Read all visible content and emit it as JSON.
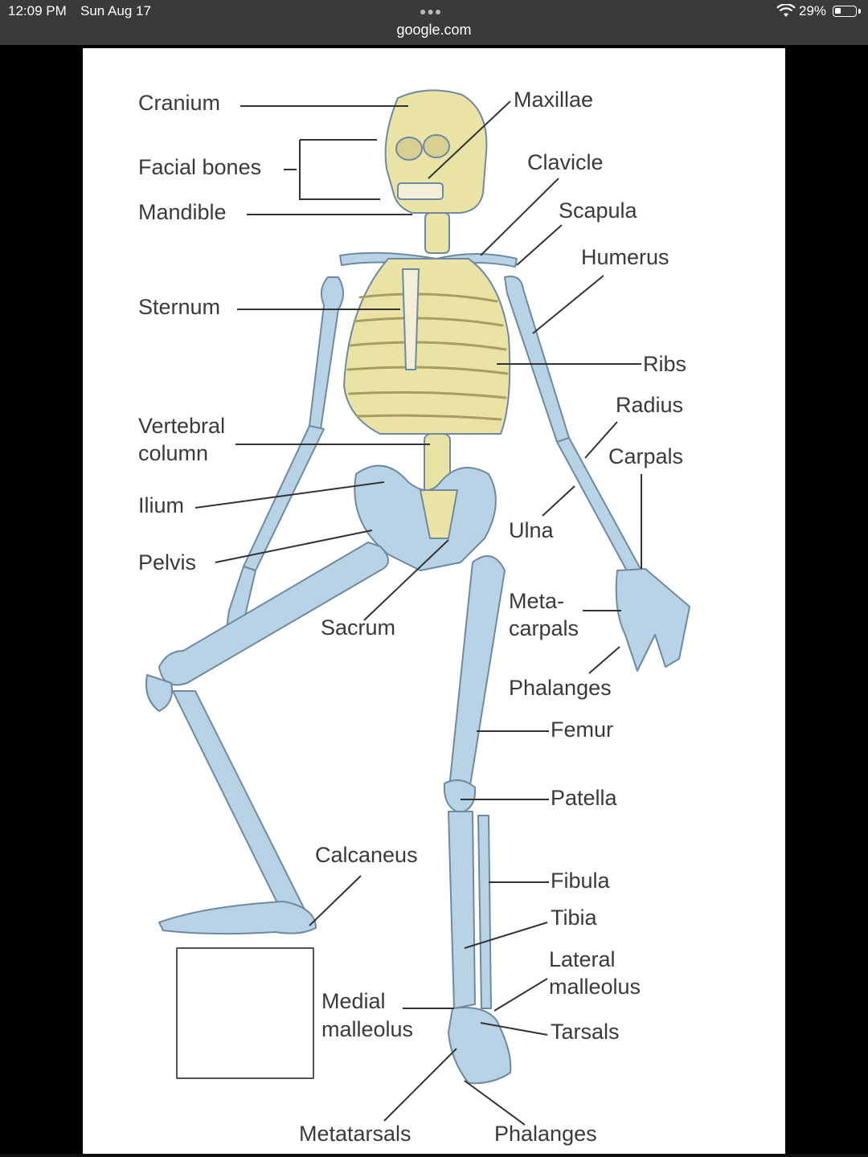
{
  "status_bar": {
    "time": "12:09 PM",
    "date": "Sun Aug 17",
    "url": "google.com",
    "battery_percent": "29%",
    "battery_level": 0.29,
    "icons": [
      "wifi-icon",
      "battery-icon",
      "more-dots-icon"
    ]
  },
  "diagram": {
    "labels": {
      "cranium": "Cranium",
      "facial_bones": "Facial bones",
      "mandible": "Mandible",
      "sternum": "Sternum",
      "vertebral_column_line1": "Vertebral",
      "vertebral_column_line2": "column",
      "ilium": "Ilium",
      "pelvis": "Pelvis",
      "sacrum": "Sacrum",
      "calcaneus": "Calcaneus",
      "medial_malleolus_line1": "Medial",
      "medial_malleolus_line2": "malleolus",
      "metatarsals": "Metatarsals",
      "maxillae": "Maxillae",
      "clavicle": "Clavicle",
      "scapula": "Scapula",
      "humerus": "Humerus",
      "ribs": "Ribs",
      "radius": "Radius",
      "carpals": "Carpals",
      "ulna": "Ulna",
      "metacarpals_line1": "Meta-",
      "metacarpals_line2": "carpals",
      "phalanges_hand": "Phalanges",
      "femur": "Femur",
      "patella": "Patella",
      "fibula": "Fibula",
      "tibia": "Tibia",
      "lateral_malleolus_line1": "Lateral",
      "lateral_malleolus_line2": "malleolus",
      "tarsals": "Tarsals",
      "phalanges_foot": "Phalanges"
    },
    "colors": {
      "bone_blue": "#b9d3e6",
      "bone_yellow": "#e9e3a6",
      "outline": "#6f8aa0",
      "leader": "#333333"
    }
  }
}
